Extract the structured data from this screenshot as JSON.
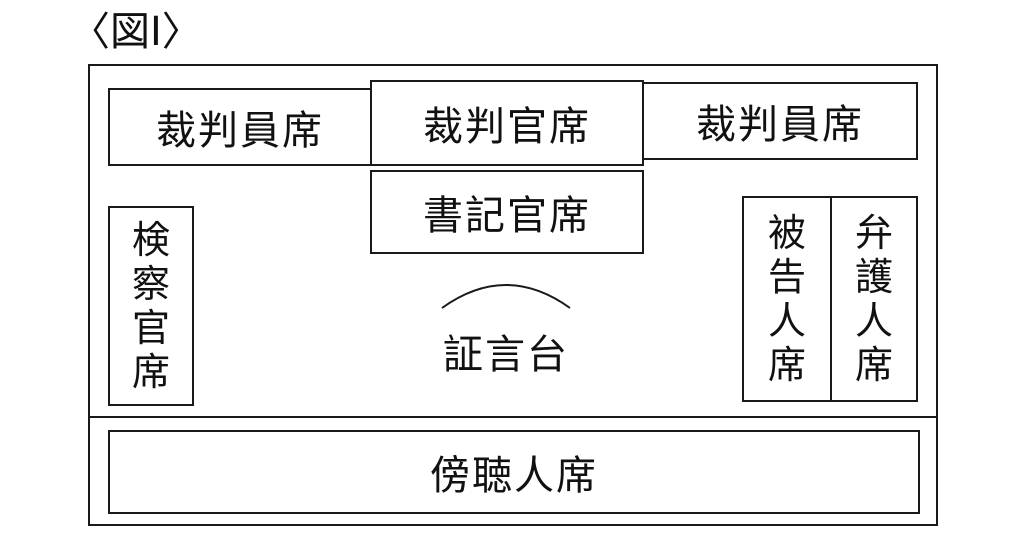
{
  "figure_label": "〈図Ⅰ〉",
  "seats": {
    "judge_juror_left": "裁判員席",
    "judge": "裁判官席",
    "judge_juror_right": "裁判員席",
    "clerk": "書記官席",
    "prosecutor": [
      "検",
      "察",
      "官",
      "席"
    ],
    "defendant": [
      "被",
      "告",
      "人",
      "席"
    ],
    "defense": [
      "弁",
      "護",
      "人",
      "席"
    ],
    "witness_stand": "証言台",
    "gallery": "傍聴人席"
  }
}
